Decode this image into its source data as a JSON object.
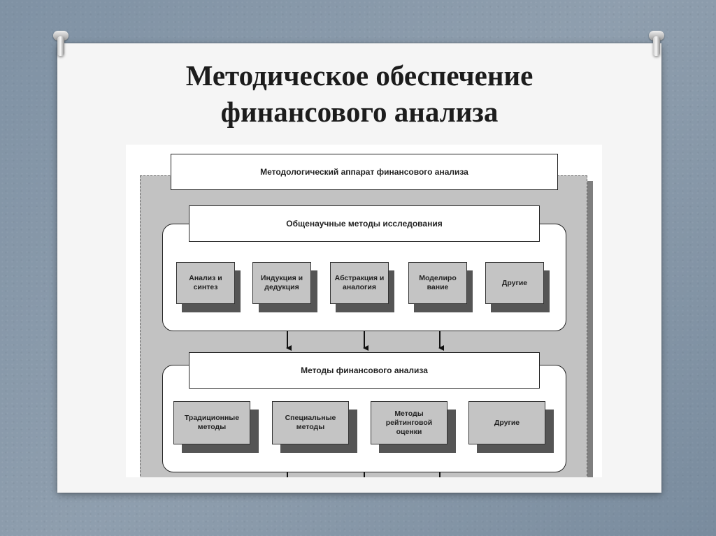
{
  "slide": {
    "title_line1": "Методическое обеспечение",
    "title_line2": "финансового анализа"
  },
  "diagram": {
    "top_header": "Методологический аппарат финансового анализа",
    "group1": {
      "header": "Общенаучные методы исследования",
      "items": [
        "Анализ и синтез",
        "Индукция и дедукция",
        "Абстракция и аналогия",
        "Моделиро вание",
        "Другие"
      ]
    },
    "group2": {
      "header": "Методы финансового анализа",
      "items": [
        "Традиционные методы",
        "Специальные методы",
        "Методы рейтинговой оценки",
        "Другие"
      ]
    }
  }
}
